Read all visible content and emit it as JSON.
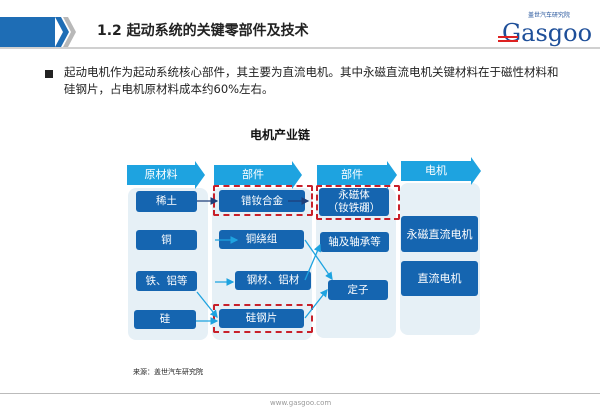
{
  "header": {
    "title": "1.2 起动系统的关键零部件及技术",
    "logo_text": "Gasgoo",
    "logo_subtitle": "盖世汽车研究院"
  },
  "body": {
    "paragraph": "起动电机作为起动系统核心部件，其主要为直流电机。其中永磁直流电机关键材料在于磁性材料和硅钢片，占电机原材料成本约60%左右。"
  },
  "diagram": {
    "title": "电机产业链",
    "columns": [
      "原材料",
      "部件",
      "部件",
      "电机"
    ],
    "raw_materials": [
      "稀土",
      "铜",
      "铁、铝等",
      "硅"
    ],
    "parts1": [
      "错钕合金",
      "铜绕组",
      "钢材、铝材",
      "硅钢片"
    ],
    "parts2": [
      "永磁体\n（钕铁硼）",
      "轴及轴承等",
      "定子"
    ],
    "motors": [
      "永磁直流电机",
      "直流电机"
    ],
    "colors": {
      "header": "#1ea3e0",
      "box": "#1565b0",
      "highlight": "#c8202a"
    }
  },
  "footer": {
    "source": "来源：盖世汽车研究院",
    "url": "www.gasgoo.com"
  }
}
